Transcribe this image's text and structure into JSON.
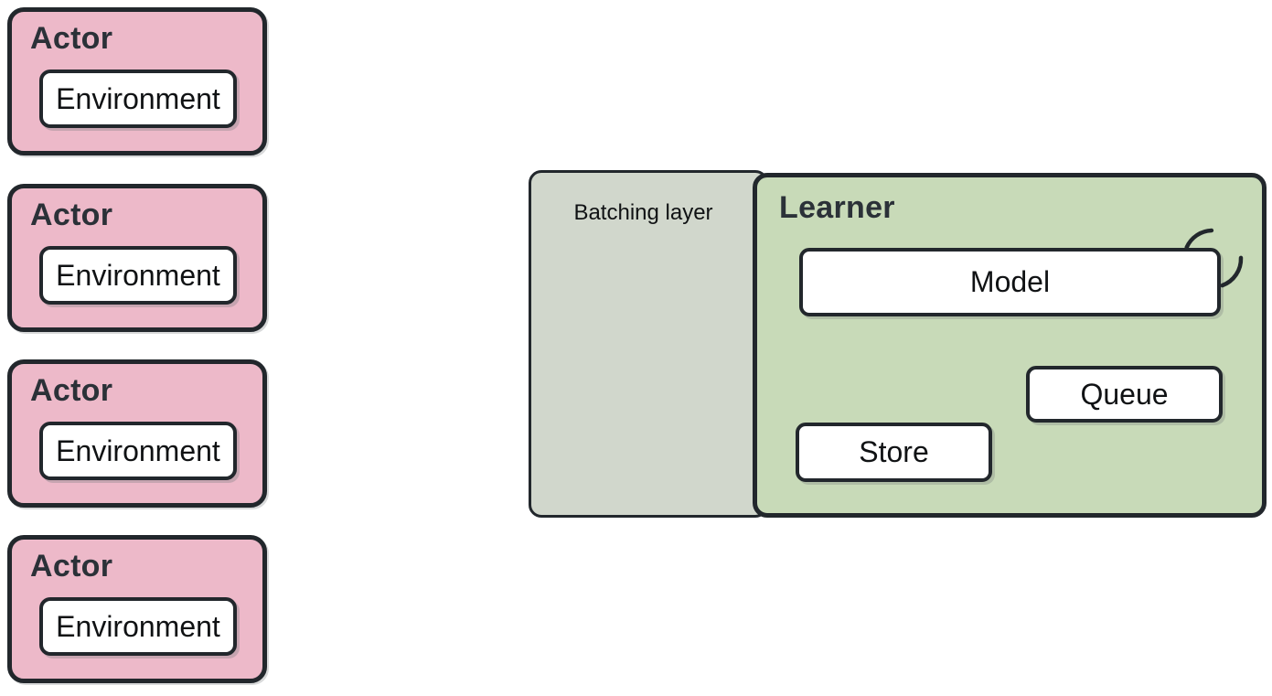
{
  "actors": [
    {
      "label": "Actor",
      "environment_label": "Environment"
    },
    {
      "label": "Actor",
      "environment_label": "Environment"
    },
    {
      "label": "Actor",
      "environment_label": "Environment"
    },
    {
      "label": "Actor",
      "environment_label": "Environment"
    }
  ],
  "batching_layer": {
    "label": "Batching layer"
  },
  "learner": {
    "label": "Learner",
    "model_label": "Model",
    "queue_label": "Queue",
    "store_label": "Store"
  },
  "icons": {
    "learner_model_loop": "self-loop-arrow"
  },
  "colors": {
    "actor_fill": "#edb9c9",
    "batching_fill": "#d1d7cc",
    "learner_fill": "#c8dab8",
    "box_fill": "#ffffff",
    "stroke": "#22272c",
    "title_text": "#2b3138",
    "label_text": "#101214"
  }
}
